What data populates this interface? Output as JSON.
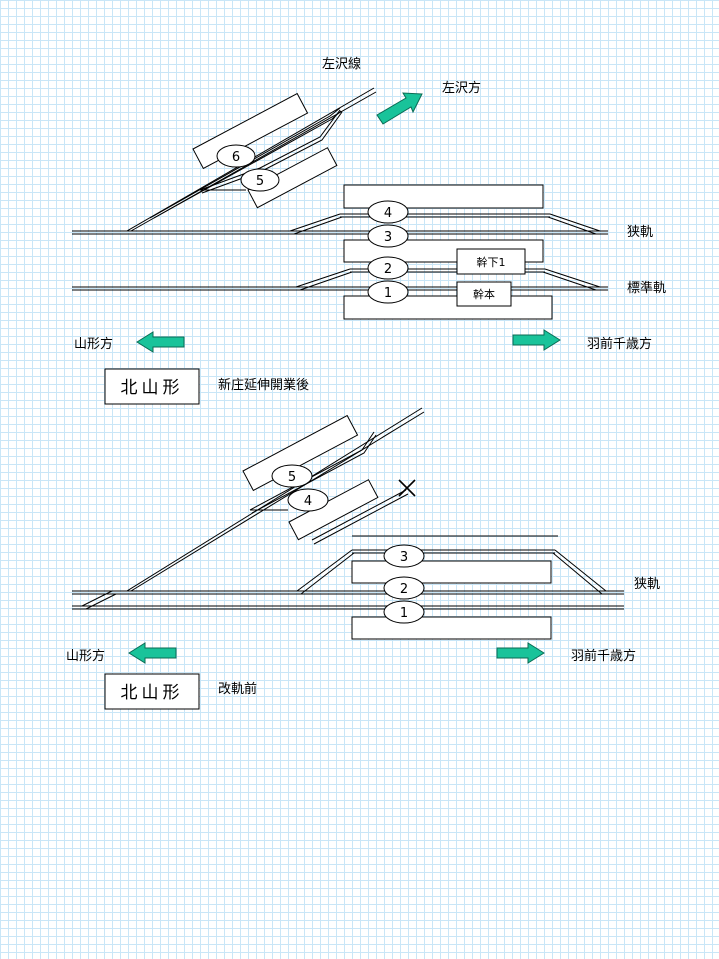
{
  "top": {
    "line_label": "左沢線",
    "dir_aterazawa": "左沢方",
    "narrow_label": "狭軌",
    "standard_label": "標準軌",
    "dir_yamagata": "山形方",
    "dir_uzen": "羽前千歳方",
    "station_name": "北山形",
    "caption": "新庄延伸開業後",
    "tracks": [
      "1",
      "2",
      "3",
      "4",
      "5",
      "6"
    ],
    "box_upper": "幹下1",
    "box_lower": "幹本"
  },
  "bottom": {
    "narrow_label": "狭軌",
    "dir_yamagata": "山形方",
    "dir_uzen": "羽前千歳方",
    "station_name": "北山形",
    "caption": "改軌前",
    "tracks": [
      "1",
      "2",
      "3",
      "4",
      "5"
    ]
  },
  "colors": {
    "arrow": "#19c39a",
    "grid": "#c9e6f7"
  }
}
